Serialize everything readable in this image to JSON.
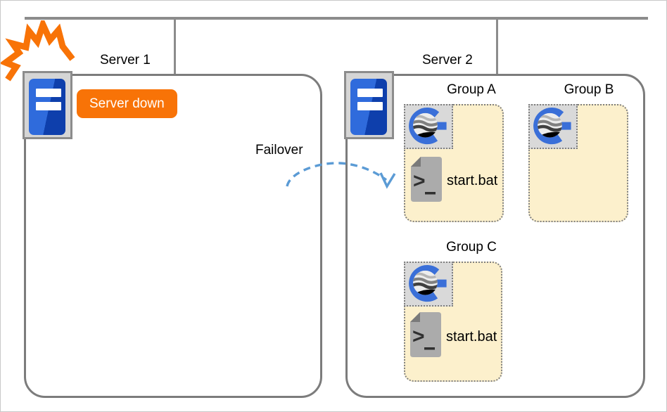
{
  "network": {
    "label": ""
  },
  "servers": [
    {
      "label": "Server 1",
      "status_badge": "Server down"
    },
    {
      "label": "Server 2"
    }
  ],
  "failover_label": "Failover",
  "groups": [
    {
      "name": "Group A",
      "script_label": "start.bat"
    },
    {
      "name": "Group B"
    },
    {
      "name": "Group C",
      "script_label": "start.bat"
    }
  ],
  "icons": {
    "server": "server-tower-icon",
    "crash": "crash-burst-icon",
    "group_app": "globe-g-logo-icon",
    "script": "batch-file-icon",
    "failover": "failover-arrow-icon"
  },
  "colors": {
    "alert_orange": "#F87307",
    "group_fill": "#FCF0CC",
    "server_blue_light": "#2F6BDC",
    "server_blue_dark": "#0E3FAC",
    "logo_blue": "#3A6FD8",
    "arrow_blue": "#5B9BD5",
    "line_gray": "#8C8C8C",
    "box_border_gray": "#7C7C7C"
  }
}
